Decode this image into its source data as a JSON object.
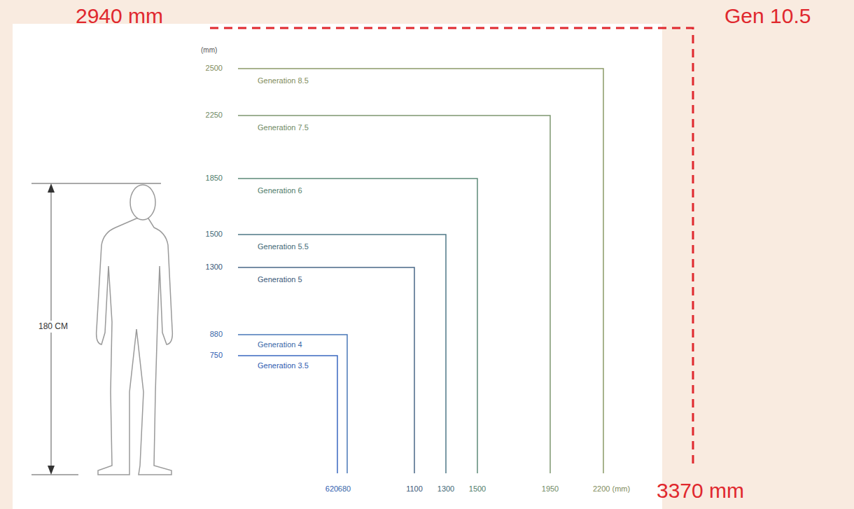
{
  "diagram": {
    "labels": [
      "2940 mm",
      "Gen 10.5",
      "(mm)",
      "2500",
      "Generation 8.5",
      "2250",
      "Generation 7.5",
      "1850",
      "Generation 6",
      "1500",
      "Generation 5.5",
      "1300",
      "Generation 5",
      "880",
      "Generation 4",
      "750",
      "Generation 3.5",
      "180 CM",
      "620",
      "680",
      "1100",
      "1300",
      "1500",
      "1950",
      "2200 (mm)",
      "3370 mm"
    ]
  }
}
